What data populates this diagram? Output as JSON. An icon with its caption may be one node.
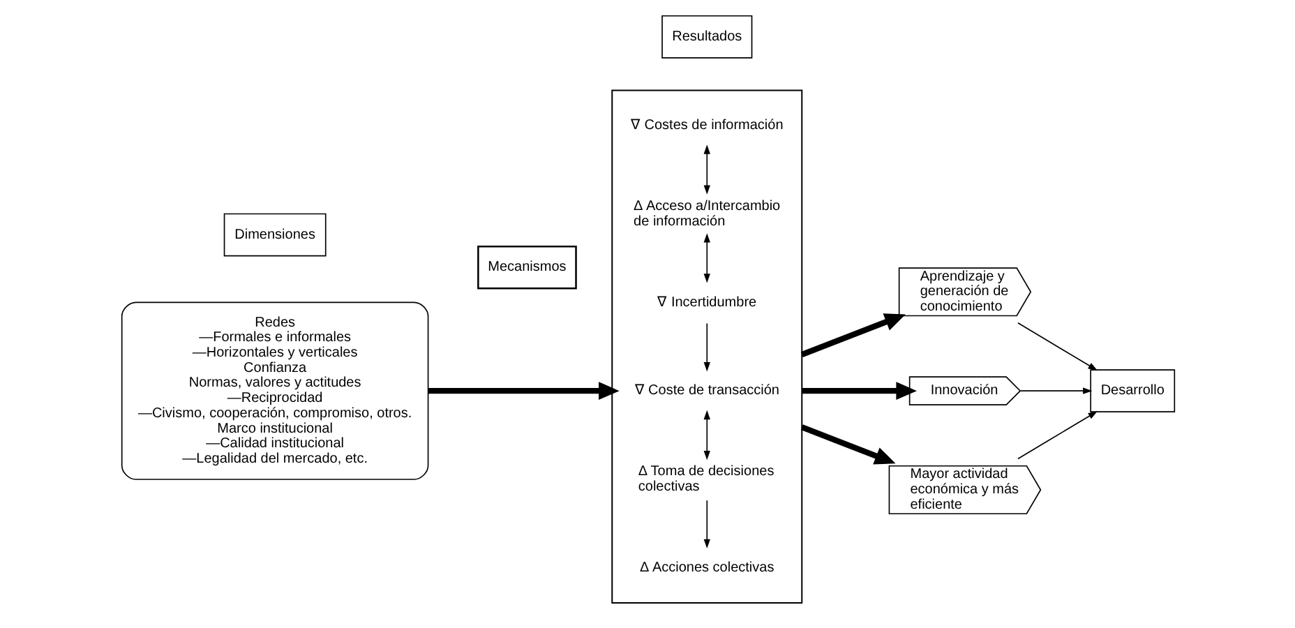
{
  "diagram": {
    "nodes": [
      {
        "text": [
          "Dimensiones"
        ]
      },
      {
        "text": [
          "Mecanismos"
        ]
      },
      {
        "text": [
          "Resultados"
        ]
      },
      {
        "text": [
          "Redes",
          "—Formales e informales",
          "—Horizontales y verticales",
          "Confianza",
          "Normas, valores y actitudes",
          "—Reciprocidad",
          "—Civismo, cooperación, compromiso, otros.",
          "Marco institucional",
          "—Calidad institucional",
          "—Legalidad del mercado, etc."
        ]
      },
      {
        "text": [],
        "shape": "box"
      },
      {
        "text": [
          "∇ Costes de información"
        ],
        "in": 4
      },
      {
        "text": [
          "Δ Acceso a/Intercambio de información"
        ],
        "in": 4
      },
      {
        "text": [
          "∇ Incertidumbre"
        ],
        "in": 4
      },
      {
        "text": [
          "∇ Coste de transacción"
        ],
        "in": 4
      },
      {
        "text": [
          "Δ Toma de decisiones colectivas"
        ],
        "in": 4
      },
      {
        "text": [
          "Δ Acciones colectivas"
        ],
        "in": 4
      },
      {
        "text": [
          "Aprendizaje y generación de conocimiento"
        ]
      },
      {
        "text": [
          "Innovación"
        ]
      },
      {
        "text": [
          "Mayor actividad económica y más eficiente"
        ]
      },
      {
        "text": [
          "Desarrollo"
        ]
      }
    ],
    "edges": [
      {
        "from": 3,
        "to": 4,
        "arrow": "to",
        "style": "thick"
      },
      {
        "from": 5,
        "to": 6,
        "arrow": "both"
      },
      {
        "from": 6,
        "to": 7,
        "arrow": "both"
      },
      {
        "from": 7,
        "to": 8,
        "arrow": "to"
      },
      {
        "from": 8,
        "to": 9,
        "arrow": "both"
      },
      {
        "from": 9,
        "to": 10,
        "arrow": "to"
      },
      {
        "from": 4,
        "to": 11,
        "arrow": "to",
        "style": "thick"
      },
      {
        "from": 4,
        "to": 12,
        "arrow": "to",
        "style": "thick"
      },
      {
        "from": 4,
        "to": 13,
        "arrow": "to",
        "style": "thick"
      },
      {
        "from": 11,
        "to": 14,
        "arrow": "to"
      },
      {
        "from": 12,
        "to": 14,
        "arrow": "to"
      },
      {
        "from": 13,
        "to": 14,
        "arrow": "to"
      }
    ]
  }
}
